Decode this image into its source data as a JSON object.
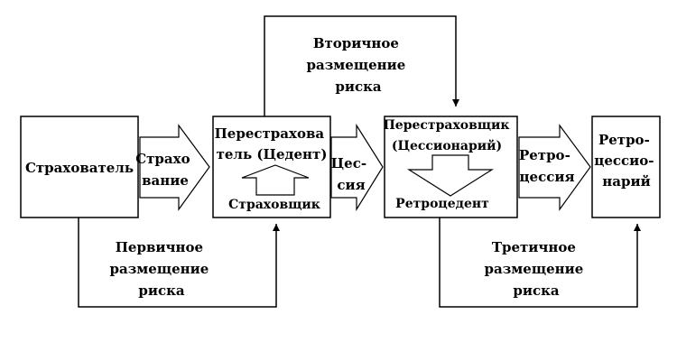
{
  "nodes": {
    "insured": {
      "lines": [
        "Страхователь"
      ]
    },
    "reinsurer_cedent": {
      "lines": [
        "Перестрахова",
        "тель (Цедент)"
      ],
      "inner_label": "Страховщик"
    },
    "reinsurer_cessionary": {
      "lines": [
        "Перестраховщик",
        "(Цессионарий)"
      ],
      "inner_label": "Ретроцедент"
    },
    "retrocessionary": {
      "lines": [
        "Ретро-",
        "цессио-",
        "нарий"
      ]
    }
  },
  "arrows": {
    "insurance": {
      "lines": [
        "Страхо",
        "вание"
      ]
    },
    "cession": {
      "lines": [
        "Цес-",
        "сия"
      ]
    },
    "retrocession": {
      "lines": [
        "Ретро-",
        "цессия"
      ]
    }
  },
  "connectors": {
    "primary": {
      "lines": [
        "Первичное",
        "размещение",
        "риска"
      ]
    },
    "secondary": {
      "lines": [
        "Вторичное",
        "размещение",
        "риска"
      ]
    },
    "tertiary": {
      "lines": [
        "Третичное",
        "размещение",
        "риска"
      ]
    }
  }
}
